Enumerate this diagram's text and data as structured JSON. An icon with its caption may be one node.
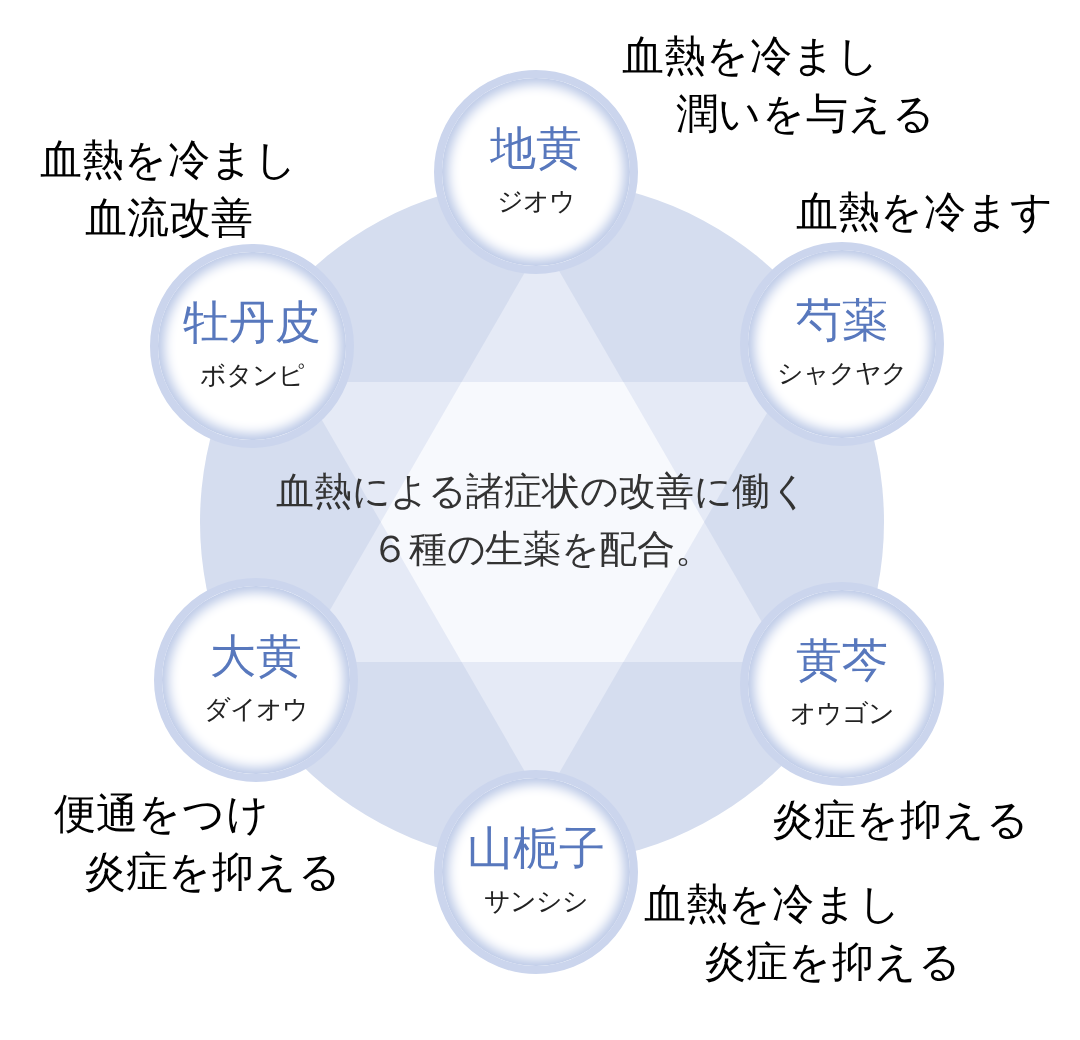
{
  "diagram": {
    "nodes": [
      {
        "text": [
          "血熱による諸症状の改善に働く６種の生薬を配合。"
        ]
      },
      {
        "text": [
          "地黄",
          "ジオウ"
        ],
        "beside": [
          "血熱を冷まし潤いを与える"
        ]
      },
      {
        "text": [
          "芍薬",
          "シャクヤク"
        ],
        "beside": [
          "血熱を冷ます"
        ]
      },
      {
        "text": [
          "黄芩",
          "オウゴン"
        ],
        "beside": [
          "炎症を抑える"
        ]
      },
      {
        "text": [
          "山梔子",
          "サンシシ"
        ],
        "beside": [
          "血熱を冷まし炎症を抑える"
        ]
      },
      {
        "text": [
          "大黄",
          "ダイオウ"
        ],
        "beside": [
          "便通をつけ炎症を抑える"
        ]
      },
      {
        "text": [
          "牡丹皮",
          "ボタンピ"
        ],
        "beside": [
          "血熱を冷まし血流改善"
        ]
      }
    ]
  }
}
